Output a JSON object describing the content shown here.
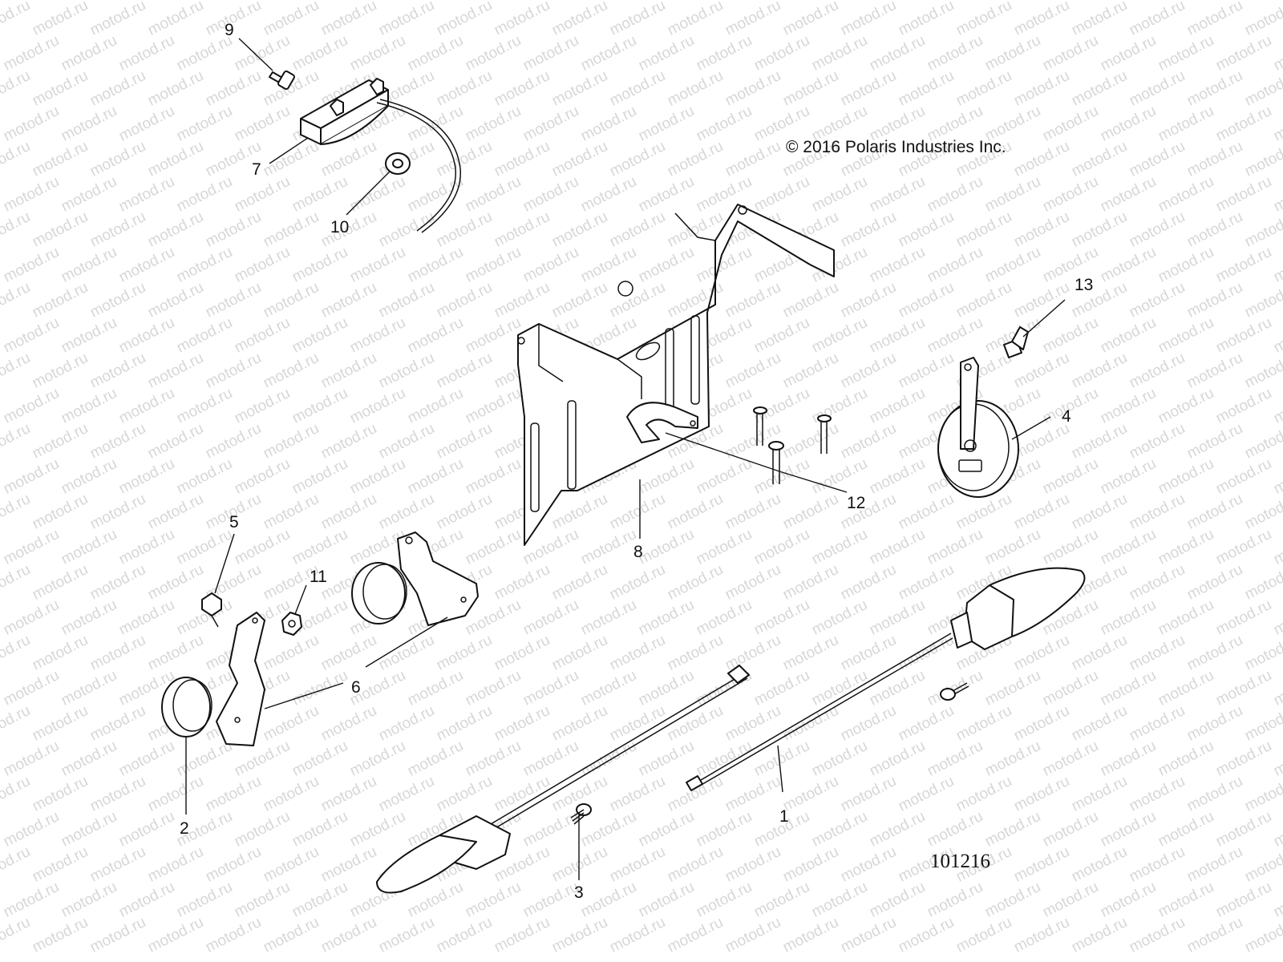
{
  "copyright": "© 2016  Polaris Industries Inc.",
  "figure_number": "101216",
  "watermark": "motod.ru",
  "callouts": {
    "c1": "1",
    "c2": "2",
    "c3": "3",
    "c4": "4",
    "c5": "5",
    "c6": "6",
    "c7": "7",
    "c8": "8",
    "c9": "9",
    "c10": "10",
    "c11": "11",
    "c12": "12",
    "c13": "13"
  }
}
